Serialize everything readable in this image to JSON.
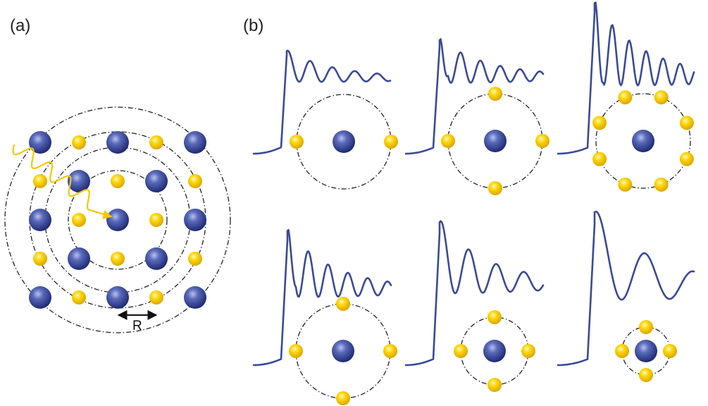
{
  "panel_a": {
    "label": "(a)",
    "distance_label": "R"
  },
  "panel_b": {
    "label": "(b)"
  },
  "colors": {
    "central_atom": "#3a4a98",
    "neighbor_atom": "#f5c800",
    "photoelectron_wave": "#f5c800",
    "spectrum_line": "#3a4a98",
    "shell_circle": "#222222"
  }
}
